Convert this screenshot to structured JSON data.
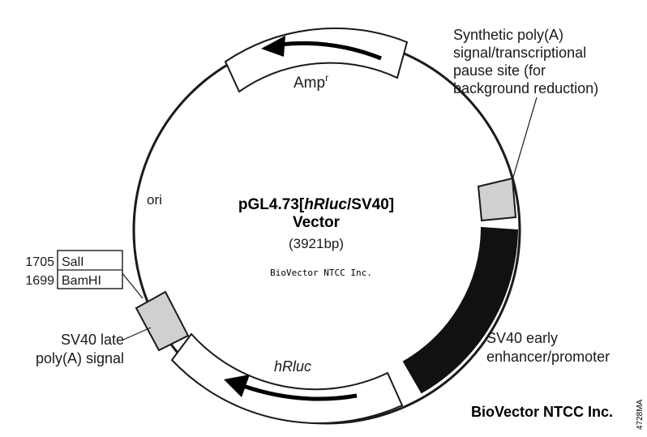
{
  "plasmid": {
    "name_prefix": "pGL4.73[",
    "name_italic": "hRluc",
    "name_suffix": "/SV40]",
    "name_line2": "Vector",
    "size": "(3921bp)",
    "watermark_center": "BioVector NTCC Inc."
  },
  "features": {
    "amp": {
      "label": "Amp",
      "superscript": "r"
    },
    "hrluc": {
      "label": "hRluc"
    },
    "ori": {
      "label": "ori"
    },
    "synthetic_polya": {
      "lines": [
        "Synthetic poly(A)",
        "signal/transcriptional",
        "pause site (for",
        "background reduction)"
      ]
    },
    "sv40_early": {
      "lines": [
        "SV40 early",
        "enhancer/promoter"
      ]
    },
    "sv40_late": {
      "lines": [
        "SV40 late",
        "poly(A) signal"
      ]
    }
  },
  "sites": [
    {
      "position": "1705",
      "enzyme": "SalI"
    },
    {
      "position": "1699",
      "enzyme": "BamHI"
    }
  ],
  "footer": {
    "brand": "BioVector NTCC Inc.",
    "figure_code": "4728MA"
  }
}
